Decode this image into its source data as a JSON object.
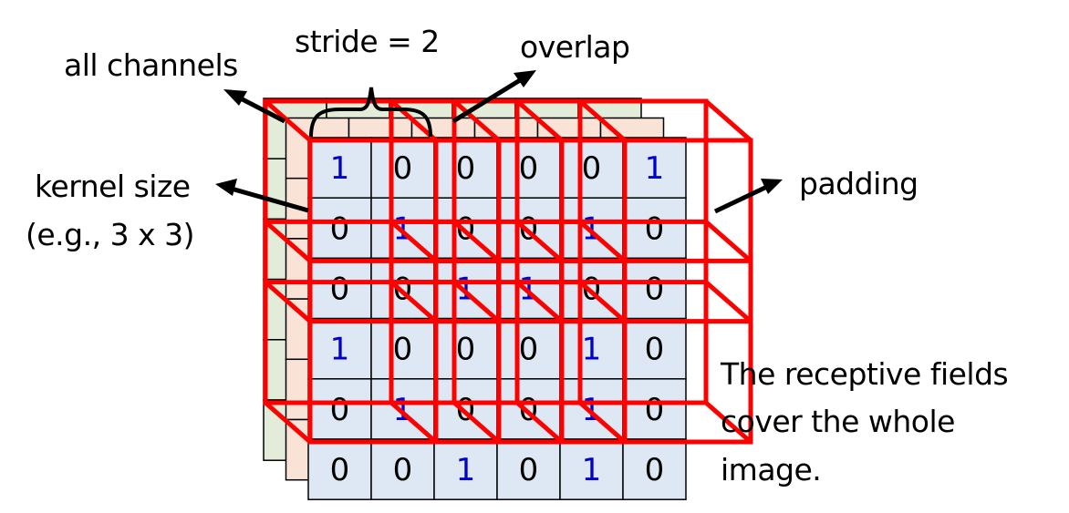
{
  "labels": {
    "all_channels": "all channels",
    "stride": "stride = 2",
    "overlap": "overlap",
    "kernel_size_line1": "kernel size",
    "kernel_size_line2": "(e.g., 3 x 3)",
    "padding": "padding",
    "caption_line1": "The receptive fields",
    "caption_line2": "cover the whole",
    "caption_line3": "image."
  },
  "colors": {
    "front_fill": "#dde8f4",
    "middle_fill": "#f9e3d6",
    "back_fill": "#e2ecd9",
    "frame": "#ff0000",
    "one_text": "#0000cc",
    "zero_text": "#000000"
  },
  "image": [
    [
      1,
      0,
      0,
      0,
      0,
      1
    ],
    [
      0,
      1,
      0,
      0,
      1,
      0
    ],
    [
      0,
      0,
      1,
      1,
      0,
      0
    ],
    [
      1,
      0,
      0,
      0,
      1,
      0
    ],
    [
      0,
      1,
      0,
      0,
      1,
      0
    ],
    [
      0,
      0,
      1,
      0,
      1,
      0
    ]
  ],
  "kernel_size": 3,
  "stride": 2,
  "channels": 3
}
